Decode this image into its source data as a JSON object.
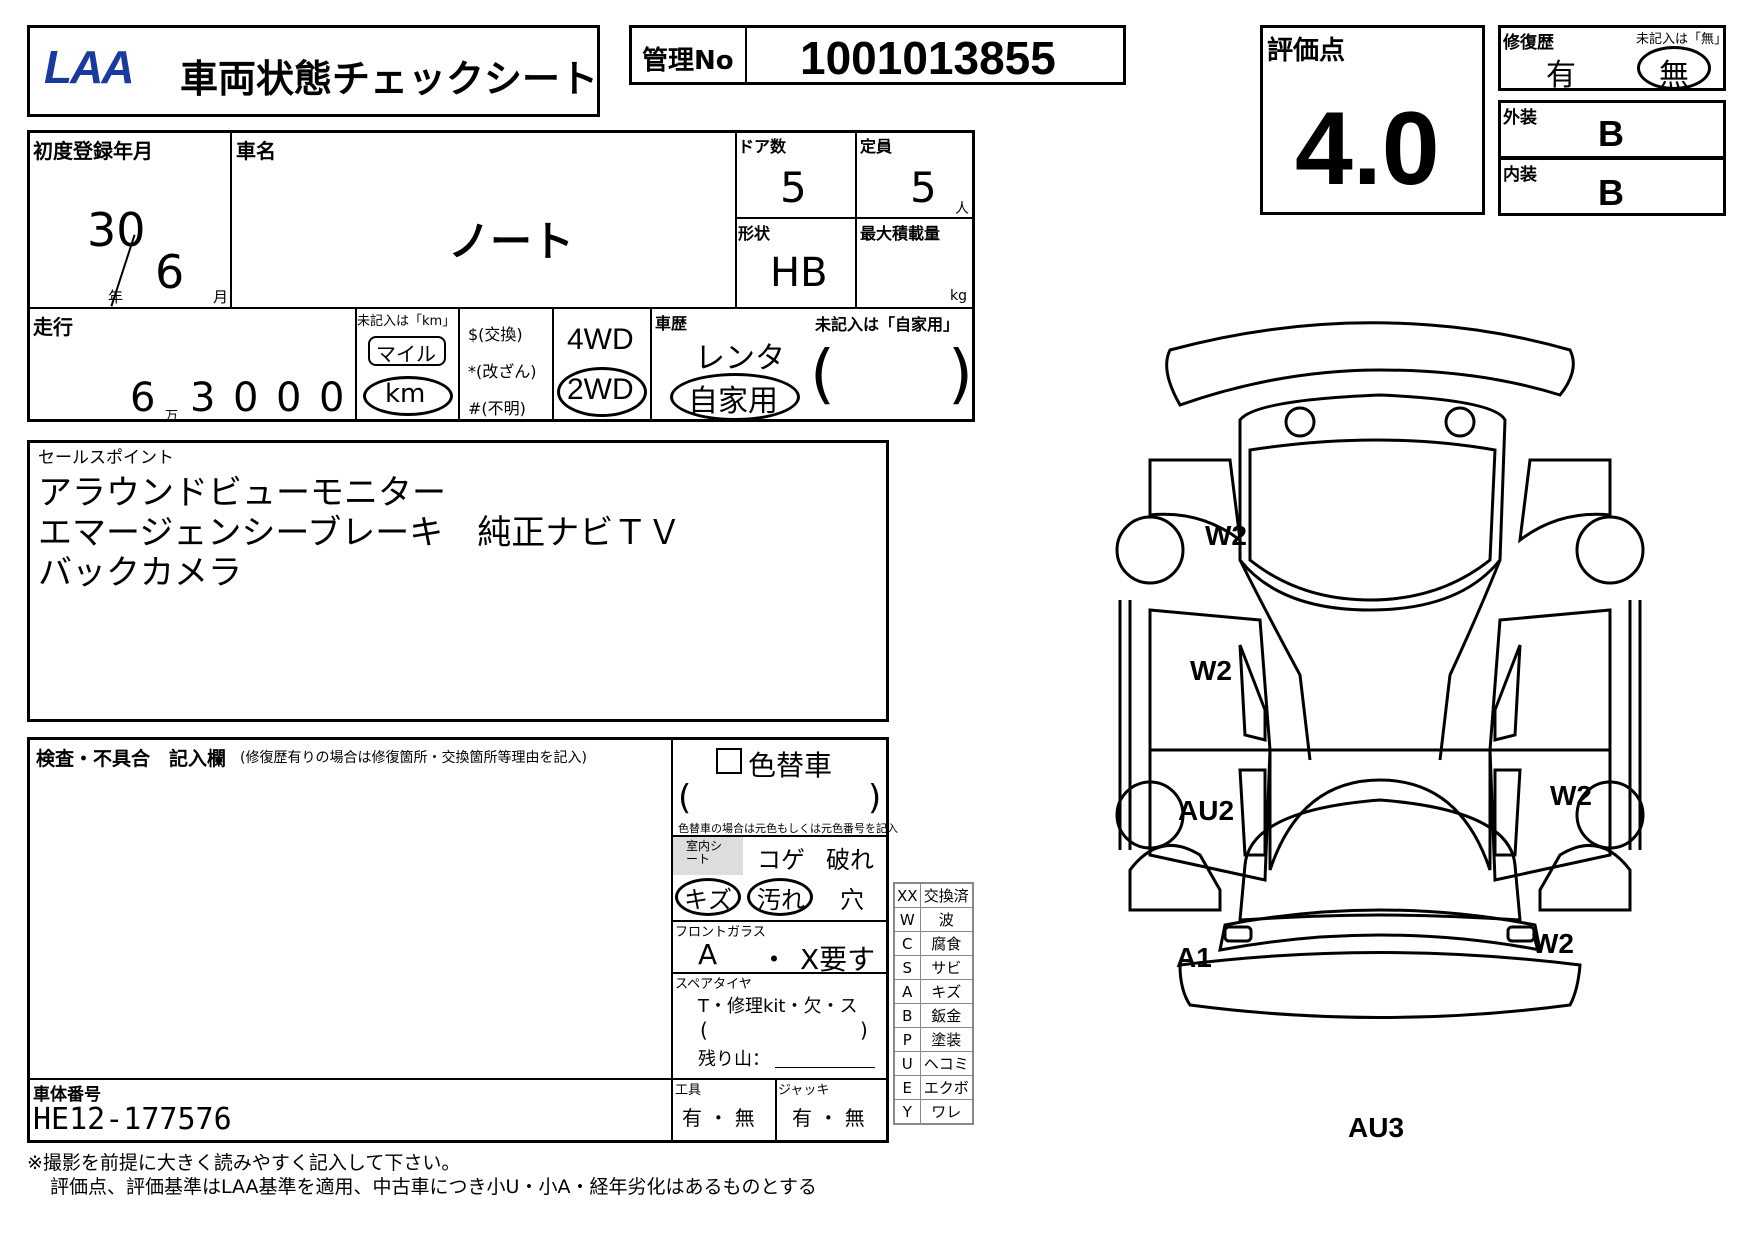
{
  "header": {
    "logo": "LAA",
    "title": "車両状態チェックシート",
    "mgmt_label": "管理No",
    "mgmt_number": "1001013855"
  },
  "grade": {
    "label": "評価点",
    "value": "4.0"
  },
  "repair_history": {
    "label": "修復歴",
    "note": "未記入は「無」",
    "yes": "有",
    "no": "無"
  },
  "exterior": {
    "label": "外装",
    "value": "B"
  },
  "interior": {
    "label": "内装",
    "value": "B"
  },
  "registration": {
    "label": "初度登録年月",
    "year": "30",
    "year_unit": "年",
    "month": "6",
    "month_unit": "月"
  },
  "car_name": {
    "label": "車名",
    "value": "ノート"
  },
  "doors": {
    "label": "ドア数",
    "value": "5"
  },
  "capacity": {
    "label": "定員",
    "value": "5",
    "unit": "人"
  },
  "shape": {
    "label": "形状",
    "value": "HB"
  },
  "max_load": {
    "label": "最大積載量",
    "unit": "kg"
  },
  "mileage": {
    "label": "走行",
    "d1": "6",
    "man": "万",
    "d2": "3",
    "d3": "0",
    "d4": "0",
    "d5": "0",
    "unit_note": "未記入は「km」",
    "mile": "マイル",
    "km": "km",
    "sym_exchange": "$(交換)",
    "sym_tamper": "*(改ざん)",
    "sym_unknown": "#(不明)"
  },
  "drive": {
    "awd": "4WD",
    "two": "2WD"
  },
  "car_history": {
    "label": "車歴",
    "note": "未記入は「自家用」",
    "rental": "レンタ",
    "private": "自家用",
    "paren_open": "(",
    "paren_close": ")"
  },
  "sales_points": {
    "label": "セールスポイント",
    "line1": "アラウンドビューモニター",
    "line2": "エマージェンシーブレーキ　純正ナビＴＶ",
    "line3": "バックカメラ"
  },
  "inspection": {
    "label": "検査・不具合　記入欄",
    "note": "(修復歴有りの場合は修復箇所・交換箇所等理由を記入)"
  },
  "color_change": {
    "label": "色替車",
    "paren_open": "(",
    "paren_close": ")",
    "note": "色替車の場合は元色もしくは元色番号を記入"
  },
  "seat": {
    "label": "室内シート",
    "koge": "コゲ",
    "yabure": "破れ",
    "kizu": "キズ",
    "yogore": "汚れ",
    "ana": "穴"
  },
  "front_glass": {
    "label": "フロントガラス",
    "a": "A",
    "dot": "・",
    "x": "X要す"
  },
  "spare_tire": {
    "label": "スペアタイヤ",
    "options": "T・修理kit・欠・ス",
    "paren_open": "(",
    "paren_close": ")",
    "remaining": "残り山："
  },
  "vin": {
    "label": "車体番号",
    "value": "HE12-177576"
  },
  "tools": {
    "label": "工具",
    "options": "有 ・ 無"
  },
  "jack": {
    "label": "ジャッキ",
    "options": "有 ・ 無"
  },
  "legend": [
    {
      "code": "XX",
      "desc": "交換済"
    },
    {
      "code": "W",
      "desc": "波"
    },
    {
      "code": "C",
      "desc": "腐食"
    },
    {
      "code": "S",
      "desc": "サビ"
    },
    {
      "code": "A",
      "desc": "キズ"
    },
    {
      "code": "B",
      "desc": "鈑金"
    },
    {
      "code": "P",
      "desc": "塗装"
    },
    {
      "code": "U",
      "desc": "ヘコミ"
    },
    {
      "code": "E",
      "desc": "エクボ"
    },
    {
      "code": "Y",
      "desc": "ワレ"
    }
  ],
  "damage_marks": {
    "hood_left": "W2",
    "front_left_door": "W2",
    "rear_left_door": "AU2",
    "rear_left_fender": "A1",
    "rear_right_door": "W2",
    "rear_right_fender": "W2",
    "rear_bumper": "AU3"
  },
  "footer": {
    "line1": "※撮影を前提に大きく読みやすく記入して下さい。",
    "line2": "評価点、評価基準はLAA基準を適用、中古車につき小U・小A・経年劣化はあるものとする"
  }
}
